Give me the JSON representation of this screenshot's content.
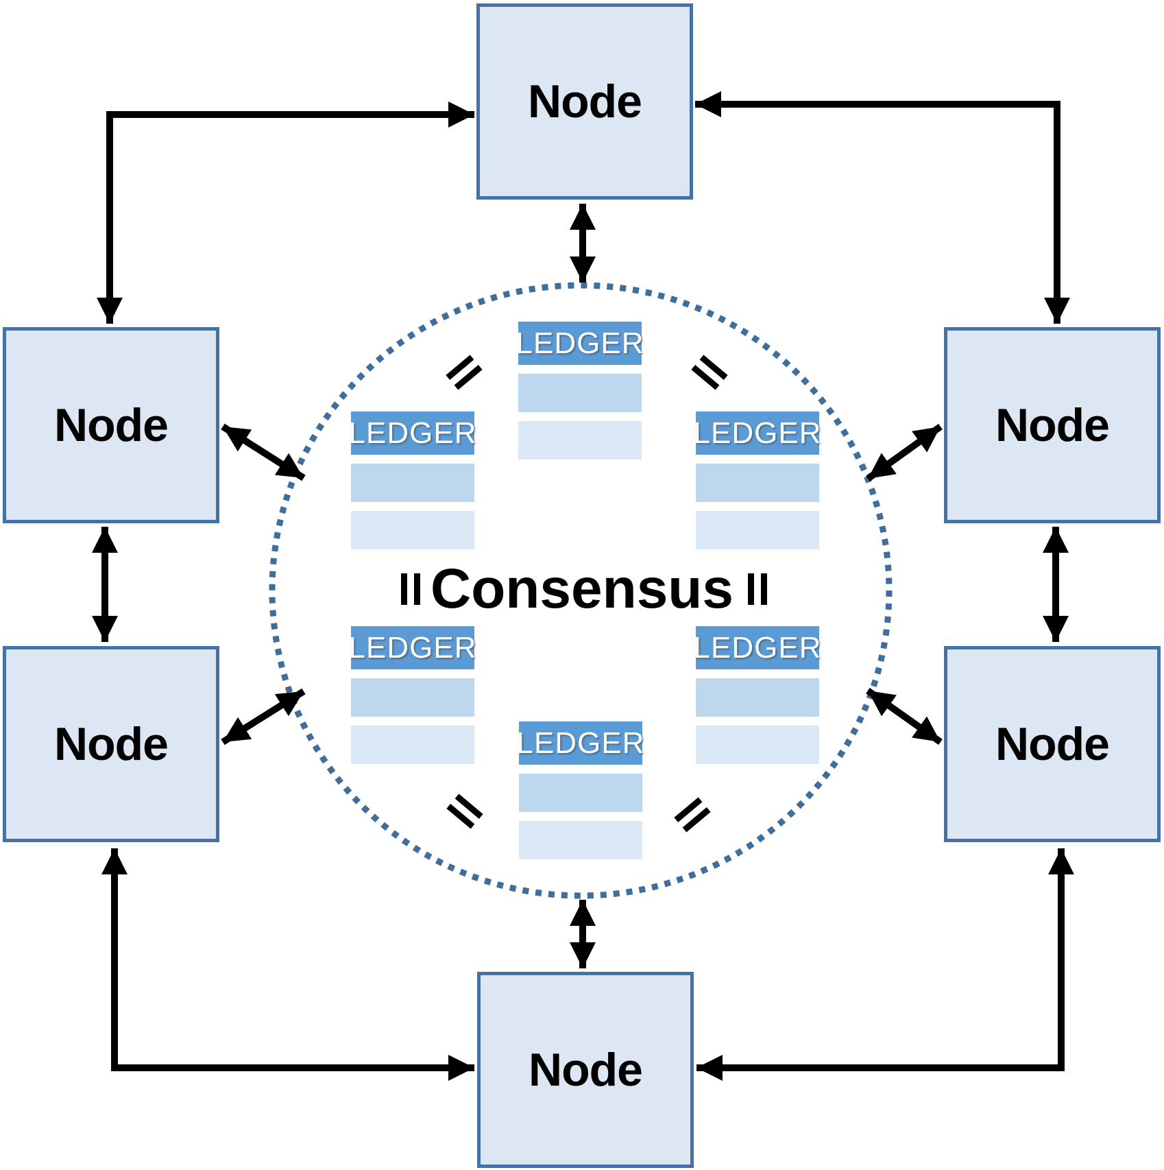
{
  "diagram": {
    "title": "Peer-to-peer consensus network diagram",
    "consensus_label": "Consensus",
    "nodes": [
      {
        "id": "top",
        "label": "Node"
      },
      {
        "id": "left-upper",
        "label": "Node"
      },
      {
        "id": "left-lower",
        "label": "Node"
      },
      {
        "id": "right-upper",
        "label": "Node"
      },
      {
        "id": "right-lower",
        "label": "Node"
      },
      {
        "id": "bottom",
        "label": "Node"
      }
    ],
    "ledgers": [
      {
        "id": "top-center",
        "title": "LEDGER"
      },
      {
        "id": "mid-left",
        "title": "LEDGER"
      },
      {
        "id": "mid-right",
        "title": "LEDGER"
      },
      {
        "id": "lower-left",
        "title": "LEDGER"
      },
      {
        "id": "lower-right",
        "title": "LEDGER"
      },
      {
        "id": "bottom-center",
        "title": "LEDGER"
      }
    ],
    "icons": {
      "equals": "equals-icon",
      "double_arrow": "double-arrow-connector",
      "dotted_circle": "consensus-boundary-circle"
    },
    "colors": {
      "node_fill": "#dde6f3",
      "node_border": "#4472a4",
      "ledger_header": "#5b9bd5",
      "ledger_row_medium": "#bdd7ee",
      "ledger_row_light": "#dbe8f6",
      "circle_dots": "#3f6e9d",
      "arrows": "#000000",
      "text": "#000000",
      "ledger_text": "#ffffff"
    }
  }
}
